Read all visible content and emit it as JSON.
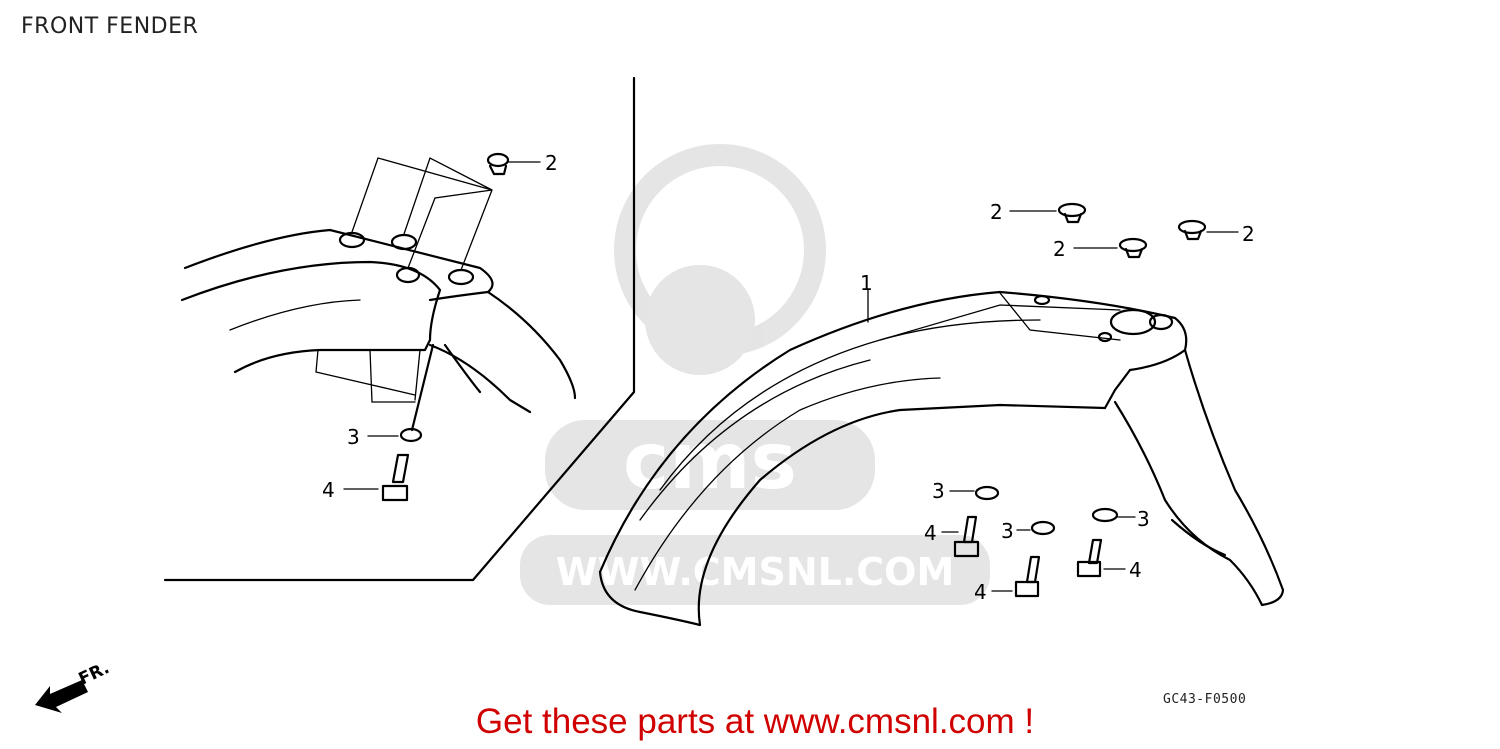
{
  "diagram": {
    "title": "FRONT FENDER",
    "code": "GC43-F0500",
    "direction_label": "FR.",
    "callouts": {
      "fender": "1",
      "nut": "2",
      "washer": "3",
      "bolt": "4"
    }
  },
  "watermark": {
    "brand": "cms",
    "url": "WWW.CMSNL.COM"
  },
  "footer": {
    "link_text": "Get these parts at www.cmsnl.com !"
  },
  "colors": {
    "link": "#d10000",
    "watermark": "#d0d0d0",
    "lines": "#000000"
  }
}
